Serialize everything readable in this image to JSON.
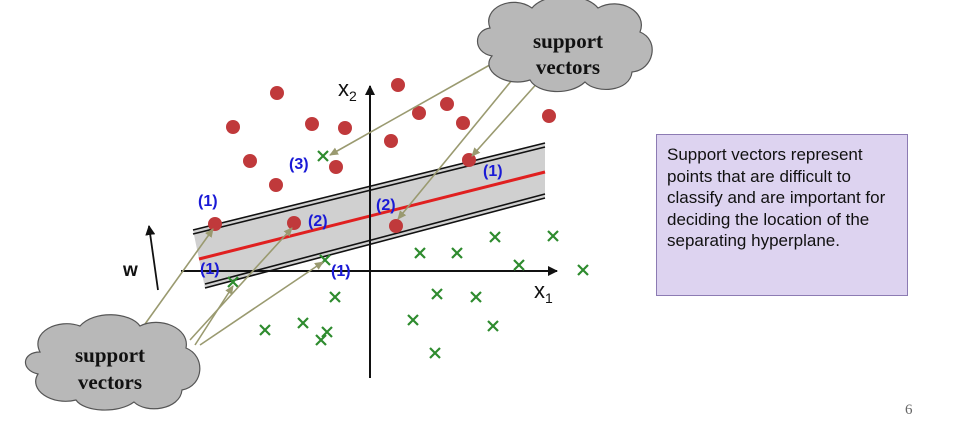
{
  "slide": {
    "note_text": "Support vectors represent points that are difficult to classify and are important for deciding the location of the separating hyperplane.",
    "page_number": "6"
  },
  "diagram": {
    "cloud_top": {
      "line1": "support",
      "line2": "vectors"
    },
    "cloud_bottom": {
      "line1": "support",
      "line2": "vectors"
    },
    "axis_x": {
      "main": "x",
      "sub": "1"
    },
    "axis_y": {
      "main": "x",
      "sub": "2"
    },
    "weight_label": "w",
    "tags": {
      "t3": "(3)",
      "t1_right": "(1)",
      "t1_left": "(1)",
      "t2_mid": "(2)",
      "t2_center": "(2)",
      "t1_bottom_left": "(1)",
      "t1_bottom_mid": "(1)"
    },
    "colors": {
      "circle_class": "#c0393b",
      "cross_class": "#2e8b2e",
      "hyperplane": "#e02020",
      "margin_band": "#d0d0d0",
      "tag_text": "#1a1ad6",
      "arrow": "#9a9a70",
      "cloud_fill": "#b8b8b8",
      "note_background": "#ddd3f0"
    }
  }
}
